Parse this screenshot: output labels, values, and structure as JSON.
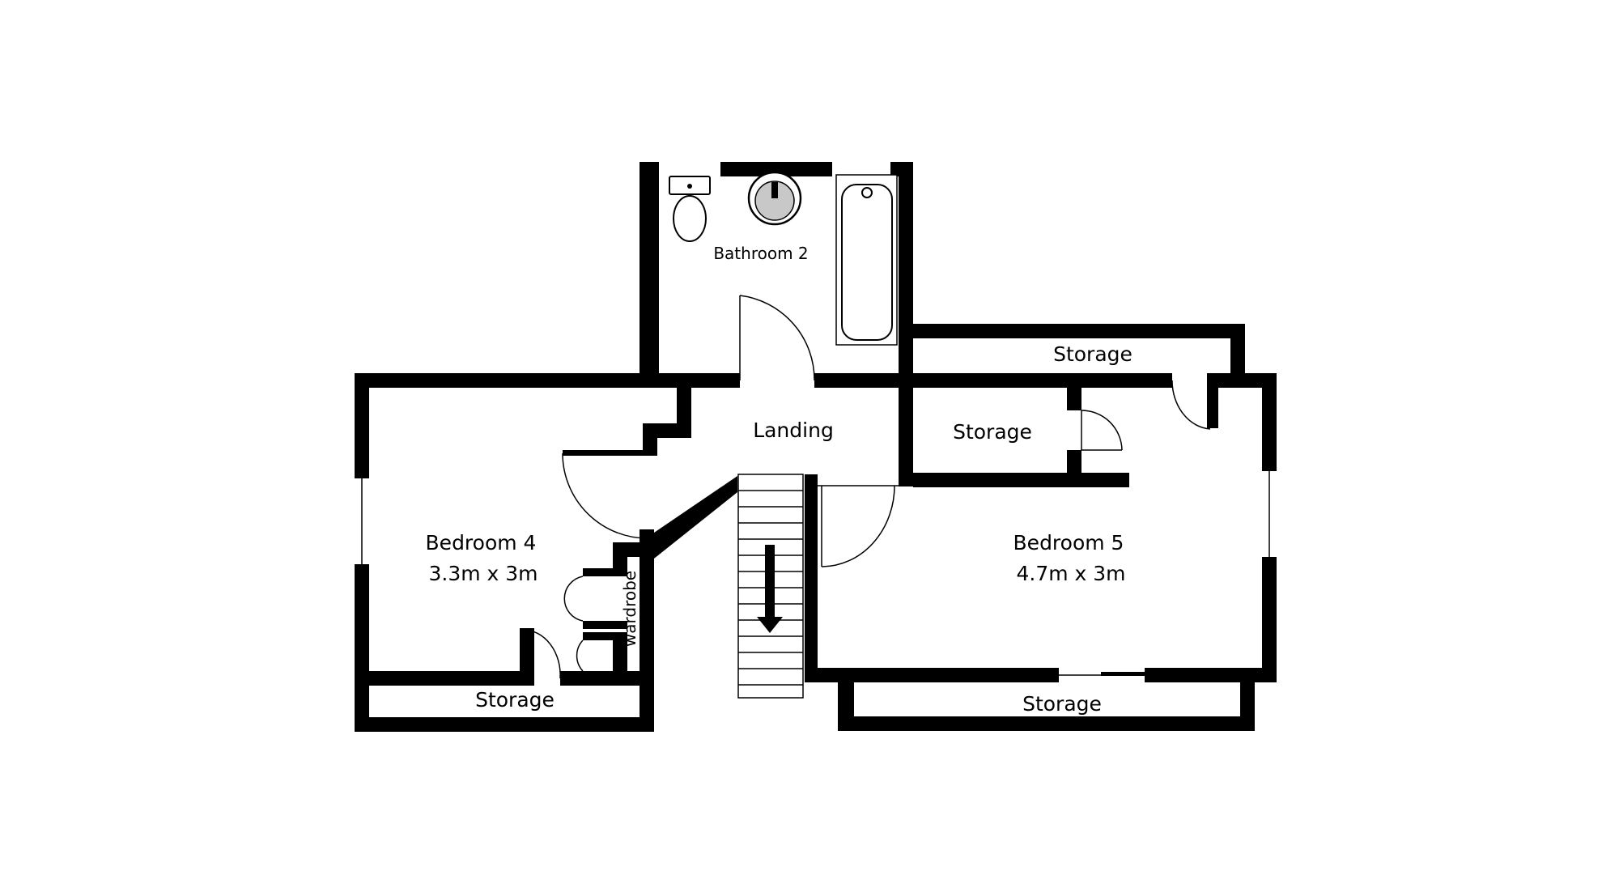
{
  "rooms": {
    "bathroom_2": {
      "name": "Bathroom 2"
    },
    "landing": {
      "name": "Landing"
    },
    "bedroom_4": {
      "name": "Bedroom 4",
      "size": "3.3m x 3m"
    },
    "bedroom_5": {
      "name": "Bedroom 5",
      "size": "4.7m x 3m"
    },
    "storage_top": {
      "name": "Storage"
    },
    "storage_mid": {
      "name": "Storage"
    },
    "storage_bed4": {
      "name": "Storage"
    },
    "storage_bed5": {
      "name": "Storage"
    },
    "wardrobe": {
      "name": "wardrobe"
    }
  },
  "colors": {
    "wall": "#000000",
    "background": "#ffffff",
    "basin": "#c8c8c8"
  }
}
